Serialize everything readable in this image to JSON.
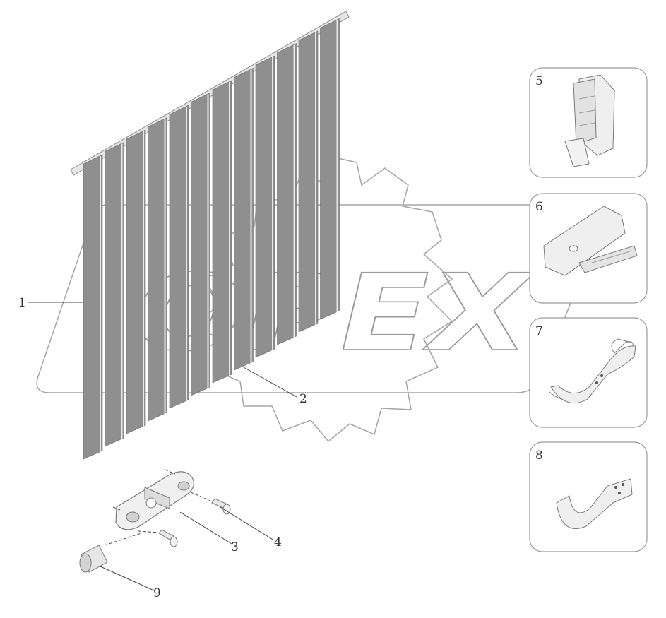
{
  "watermark": "OPEX",
  "callouts": {
    "c1": "1",
    "c2": "2",
    "c3": "3",
    "c4": "4",
    "c5": "5",
    "c6": "6",
    "c7": "7",
    "c8": "8",
    "c9": "9"
  },
  "colors": {
    "slat": "#8f8f8f",
    "slat_edge": "#e8e8e8",
    "part_light": "#efefef",
    "part_shade": "#cfcfcf",
    "watermark": "#9a9a9a"
  },
  "slat_count": 12
}
